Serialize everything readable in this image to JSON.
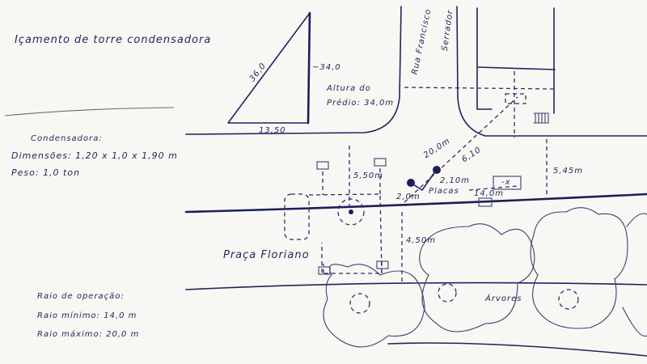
{
  "title": "Içamento de torre condensadora",
  "condenser": {
    "heading": "Condensadora:",
    "dimensions": "Dimensões: 1,20 x 1,0 x 1,90 m",
    "weight": "Peso: 1,0 ton"
  },
  "operating_radius": {
    "heading": "Raio de operação:",
    "min": "Raio mínimo: 14,0 m",
    "max": "Raio máximo: 20,0 m"
  },
  "triangle": {
    "hypotenuse": "36,0",
    "height": "~34,0",
    "base": "13,50"
  },
  "building_height": {
    "line1": "Altura do",
    "line2": "Prédio: 34,0m"
  },
  "street": {
    "line1": "Rua Francisco",
    "line2": "Serrador"
  },
  "plaza": "Praça Floriano",
  "trees": "Árvores",
  "dimensions": {
    "d1": "5,50m",
    "d2": "2,0m",
    "d3": "4,50m",
    "d4": "20,0m",
    "d5": "6,10",
    "d6": "2,10m",
    "d7": "14,0m",
    "d8": "5,45m",
    "plates": "Placas",
    "box_label": "-x"
  },
  "colors": {
    "ink": "#1f2461",
    "paper": "#f8f7f3"
  }
}
